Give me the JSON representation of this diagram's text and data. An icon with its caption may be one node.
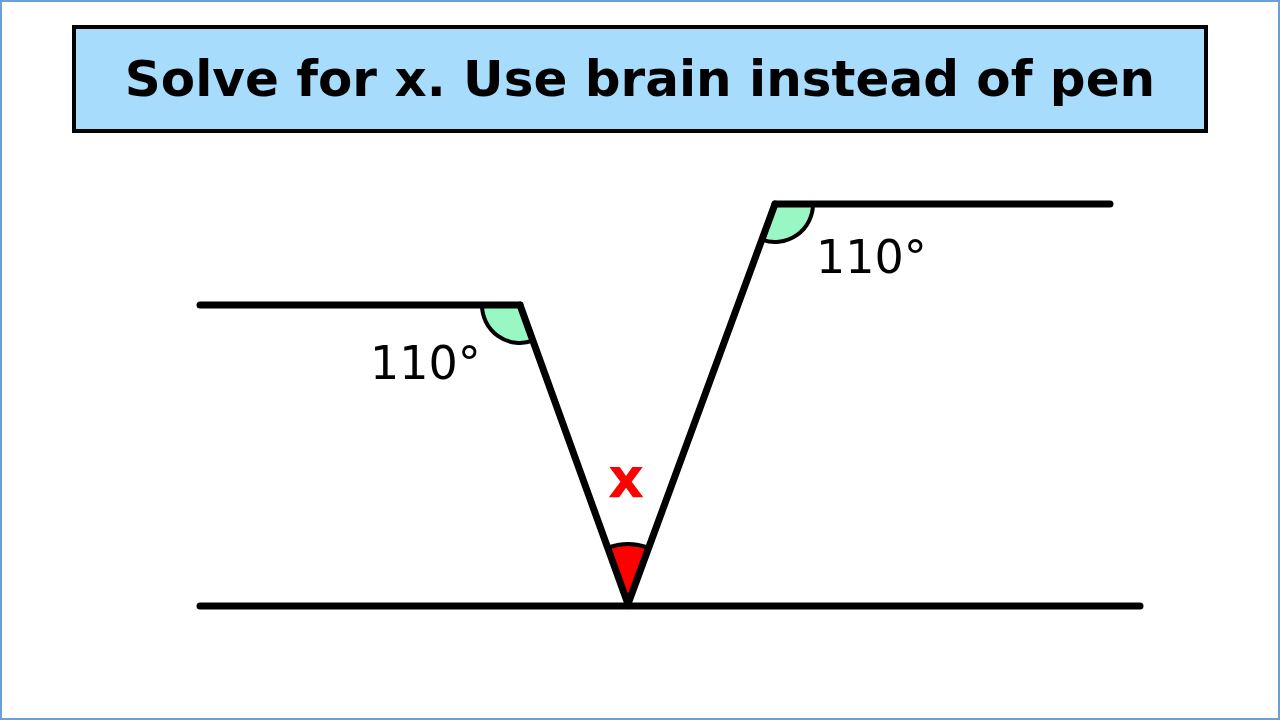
{
  "diagram": {
    "title": "Solve for x. Use brain instead of pen",
    "labels": [
      "110°",
      "110°",
      "x"
    ]
  }
}
